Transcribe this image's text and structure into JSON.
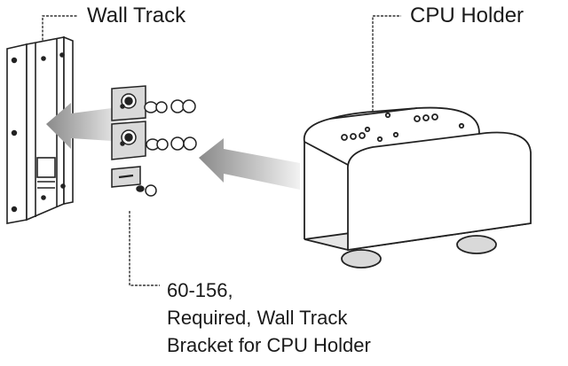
{
  "labels": {
    "wall_track": "Wall Track",
    "cpu_holder": "CPU Holder",
    "bracket_line1": "60-156,",
    "bracket_line2": "Required, Wall Track",
    "bracket_line3": "Bracket for CPU Holder"
  },
  "colors": {
    "line": "#222222",
    "arrow_dark": "#8a8a8a",
    "arrow_light": "#e8e8e8",
    "hardware_fill": "#d9d9d9",
    "background": "#ffffff"
  }
}
